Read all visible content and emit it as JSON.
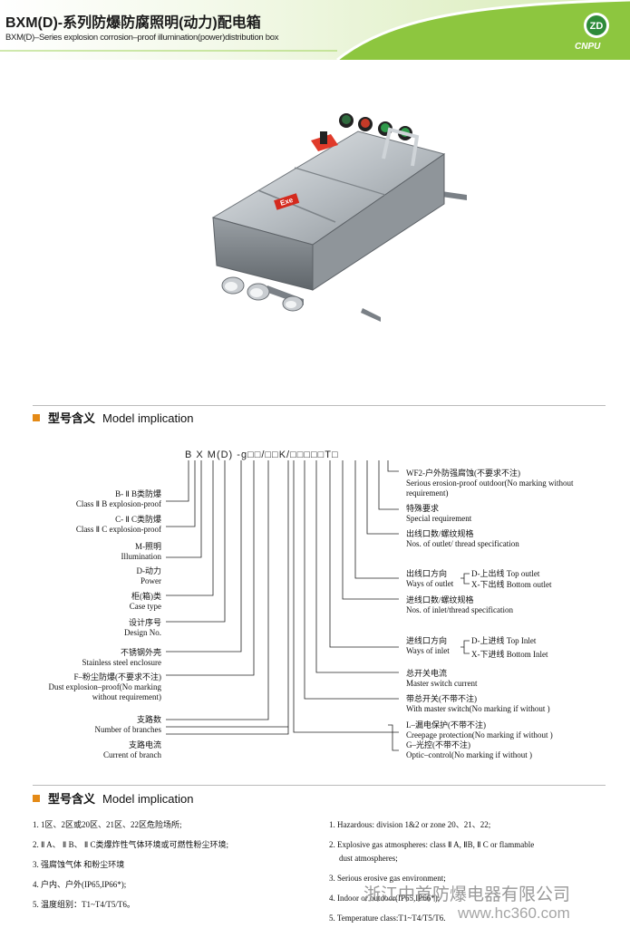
{
  "header": {
    "title": "BXM(D)-系列防爆防腐照明(动力)配电箱",
    "subtitle": "BXM(D)–Series explosion corrosion–proof illumination(power)distribution box",
    "logo_text": "CNPU",
    "logo_mark": "ZD",
    "accent_color": "#8dc63f",
    "brand_color": "#2e8b3a"
  },
  "product_photo": {
    "badge": "Exe"
  },
  "section1": {
    "cn": "型号含义",
    "en": "Model implication"
  },
  "code": "B X M(D) -g□□/□□K/□□□□□T□",
  "left_labels": [
    {
      "cn": "B- Ⅱ B类防爆",
      "en": "Class Ⅱ B  explosion-proof"
    },
    {
      "cn": "C- Ⅱ C类防爆",
      "en": "Class Ⅱ C  explosion-proof"
    },
    {
      "cn": "M-照明",
      "en": "Illumination"
    },
    {
      "cn": "D-动力",
      "en": "Power"
    },
    {
      "cn": "柜(箱)类",
      "en": "Case type"
    },
    {
      "cn": "设计序号",
      "en": "Design No."
    },
    {
      "cn": "不锈钢外壳",
      "en": "Stainless steel enclosure"
    },
    {
      "cn": "F–粉尘防爆(不要求不注)",
      "en": "Dust explosion–proof(No marking",
      "en2": "without requirement)"
    },
    {
      "cn": "支路数",
      "en": "Number of branches"
    },
    {
      "cn": "支路电流",
      "en": "Current of branch"
    }
  ],
  "right_labels": {
    "wf2": {
      "cn": "WF2-户外防强腐蚀(不要求不注)",
      "en": "Serious erosion-proof outdoor(No marking without",
      "en2": "requirement)"
    },
    "special": {
      "cn": "特殊要求",
      "en": "Special requirement"
    },
    "outlet_spec": {
      "cn": "出线口数/螺纹规格",
      "en": "Nos. of outlet/ thread specification"
    },
    "outlet_way": {
      "cn": "出线口方向",
      "en": "Ways of outlet",
      "d": "D-上出线  Top outlet",
      "x": "X-下出线  Bottom  outlet"
    },
    "inlet_spec": {
      "cn": "进线口数/螺纹规格",
      "en": "Nos. of inlet/thread specification"
    },
    "inlet_way": {
      "cn": "进线口方向",
      "en": "Ways of inlet",
      "d": "D-上进线  Top Inlet",
      "x": "X-下进线  Bottom  Inlet"
    },
    "main_switch": {
      "cn": "总开关电流",
      "en": "Master switch current"
    },
    "with_switch": {
      "cn": "带总开关(不带不注)",
      "en": "With master switch(No marking if without )"
    },
    "leakage": {
      "cn": "L–漏电保护(不带不注)",
      "en": "Creepage protection(No marking  if without )",
      "cn2": "G–光控(不带不注)",
      "en2": "Optic–control(No marking  if without )"
    }
  },
  "section2": {
    "cn": "型号含义",
    "en": "Model implication"
  },
  "notes_cn": [
    "1. 1区、2区或20区、21区、22区危险场所;",
    "2. Ⅱ A、 Ⅱ B、 Ⅱ C类爆炸性气体环境或可燃性粉尘环境;",
    "3. 强腐蚀气体 和粉尘环境",
    "4. 户内、户外(IP65,IP66*);",
    "5. 温度组别：T1~T4/T5/T6。"
  ],
  "notes_en": [
    "1. Hazardous: division 1&2 or zone 20、21、22;",
    "2. Explosive gas  atmospheres: class Ⅱ A, ⅡB, Ⅱ C  or flammable",
    "dust atmospheres;",
    "3. Serious erosive gas environment;",
    "4. Indoor or outdoor(IP65,IP66*);",
    "5. Temperature class:T1~T4/T5/T6."
  ],
  "watermark": {
    "cn": "浙江中首防爆电器有限公司",
    "url": "www.hc360.com"
  }
}
